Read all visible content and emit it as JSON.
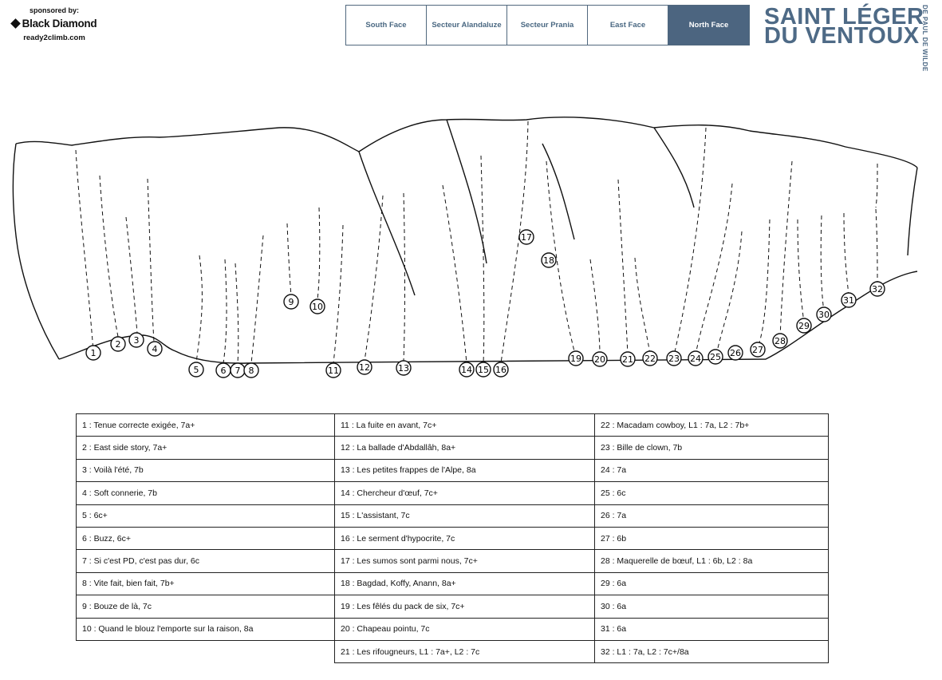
{
  "sponsor": {
    "label": "sponsored by:",
    "brand": "Black Diamond",
    "url": "ready2climb.com"
  },
  "nav": {
    "tabs": [
      {
        "label": "South Face"
      },
      {
        "label": "Secteur Alandaluze"
      },
      {
        "label": "Secteur Prania"
      },
      {
        "label": "East Face"
      },
      {
        "label": "North Face"
      }
    ],
    "active_index": 4,
    "active_color": "#4c6580"
  },
  "site": {
    "line1": "SAINT LÉGER",
    "line2": "DU VENTOUX",
    "vertical": "DE PAUL DE WILDE",
    "color": "#4e6a86"
  },
  "topo": {
    "route_numbers": [
      "1",
      "2",
      "3",
      "4",
      "5",
      "6",
      "7",
      "8",
      "9",
      "10",
      "11",
      "12",
      "13",
      "14",
      "15",
      "16",
      "17",
      "18",
      "19",
      "20",
      "21",
      "22",
      "23",
      "24",
      "25",
      "26",
      "27",
      "28",
      "29",
      "30",
      "31",
      "32"
    ]
  },
  "routes": {
    "col1": [
      "1 : Tenue correcte exigée, 7a+",
      "2 : East side story, 7a+",
      "3 : Voilà l'été, 7b",
      "4 : Soft connerie, 7b",
      "5 : 6c+",
      "6 : Buzz, 6c+",
      "7 : Si c'est PD, c'est pas dur, 6c",
      "8 : Vite fait, bien fait, 7b+",
      "9 : Bouze de là, 7c",
      "10 : Quand le blouz l'emporte sur la raison, 8a"
    ],
    "col2": [
      "11 : La fuite en avant, 7c+",
      "12 : La ballade d'Abdallâh, 8a+",
      "13 : Les petites frappes de l'Alpe, 8a",
      "14 : Chercheur d'œuf, 7c+",
      "15 : L'assistant, 7c",
      "16 : Le serment d'hypocrite, 7c",
      "17 : Les sumos sont parmi nous, 7c+",
      "18 : Bagdad, Koffy, Anann, 8a+",
      "19 : Les fêlés du pack de six, 7c+",
      "20 : Chapeau pointu, 7c",
      "21 : Les rifougneurs, L1 : 7a+, L2 : 7c"
    ],
    "col3": [
      "22 : Macadam cowboy, L1 : 7a, L2 : 7b+",
      "23 : Bille de clown, 7b",
      "24 : 7a",
      "25 : 6c",
      "26 : 7a",
      "27 : 6b",
      "28 : Maquerelle de bœuf, L1 : 6b, L2 : 8a",
      "29 : 6a",
      "30 : 6a",
      "31 : 6a",
      "32 : L1 : 7a, L2 : 7c+/8a"
    ]
  }
}
